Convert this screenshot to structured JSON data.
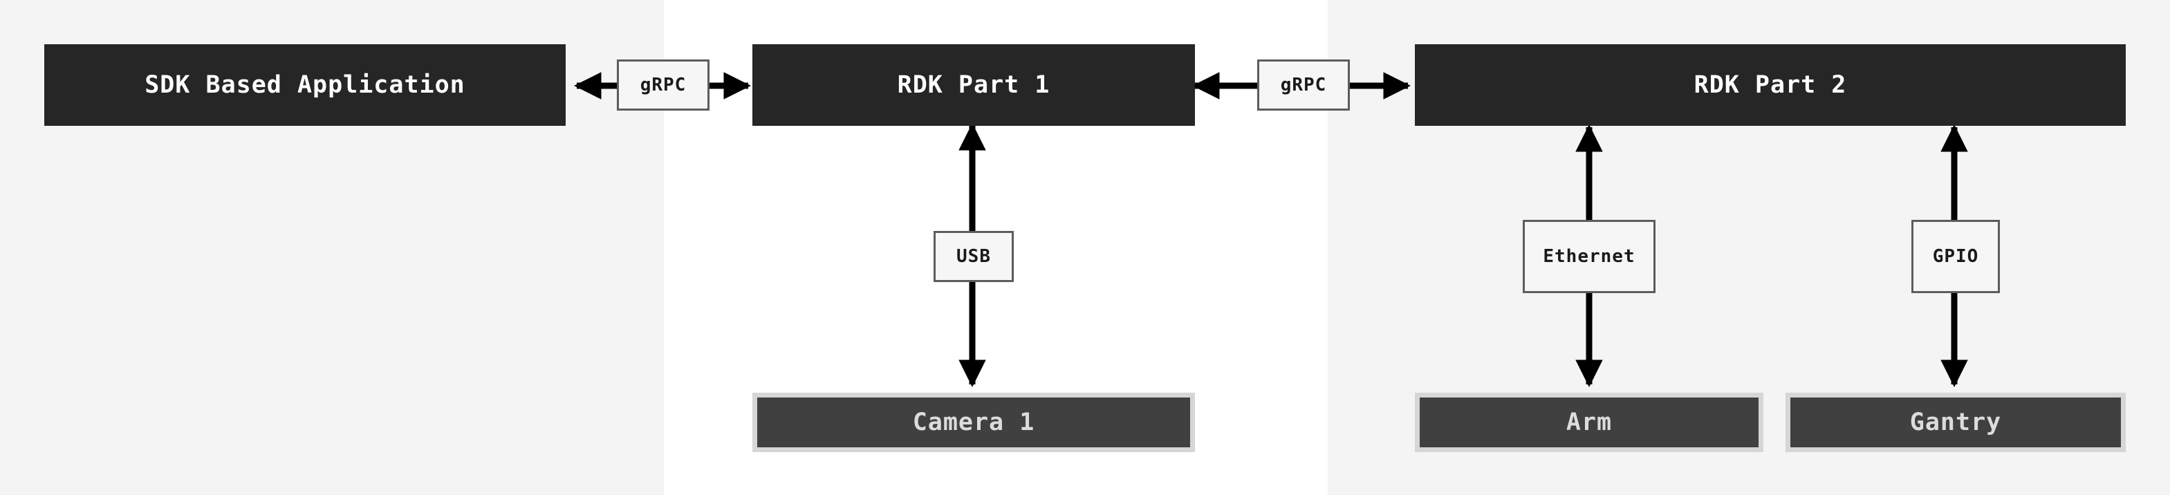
{
  "nodes": {
    "sdk_app": "SDK Based Application",
    "rdk_part_1": "RDK Part 1",
    "rdk_part_2": "RDK Part 2",
    "camera": "Camera 1",
    "arm": "Arm",
    "gantry": "Gantry"
  },
  "connections": {
    "grpc_left": "gRPC",
    "grpc_right": "gRPC",
    "usb": "USB",
    "ethernet": "Ethernet",
    "gpio": "GPIO"
  },
  "colors": {
    "node_fill": "#262626",
    "device_fill": "#404040",
    "device_border": "#d6d6d6",
    "arrow": "#000000",
    "panel_left": "#f4f4f4",
    "panel_mid": "#ffffff",
    "panel_right": "#f4f4f4"
  }
}
